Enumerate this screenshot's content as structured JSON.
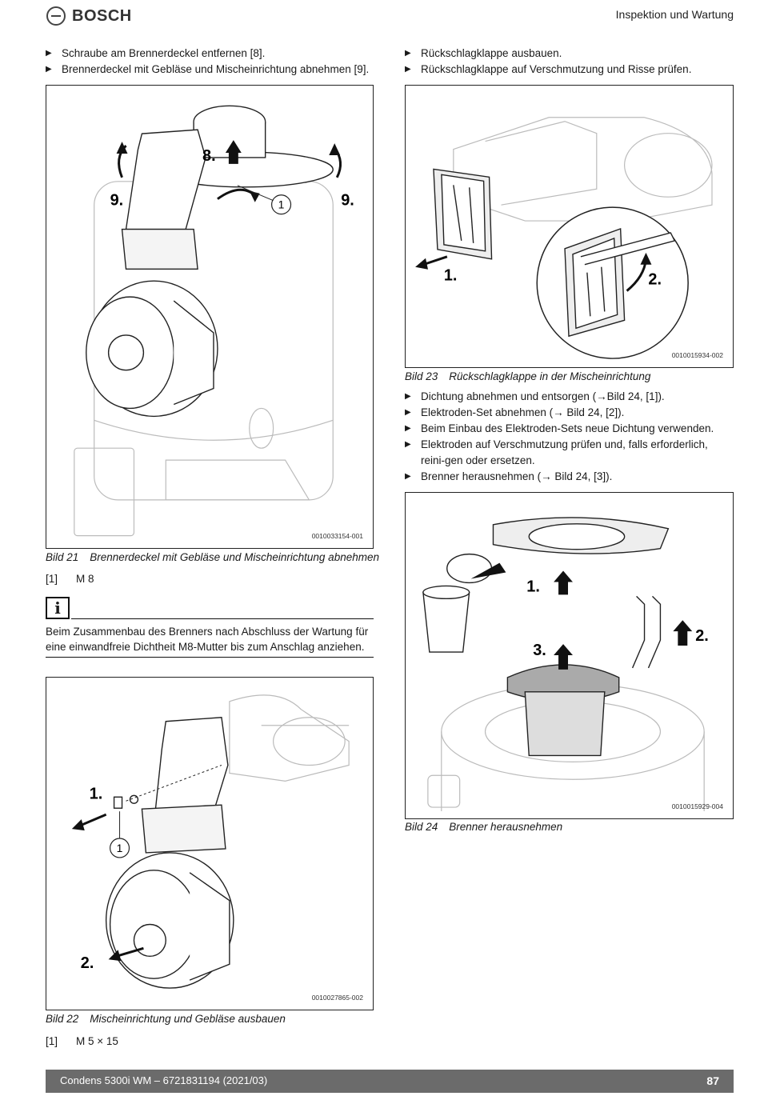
{
  "header": {
    "brand": "BOSCH",
    "section": "Inspektion und Wartung"
  },
  "left_col": {
    "steps_top": [
      "Schraube am Brennerdeckel entfernen [8].",
      "Brennerdeckel mit Gebläse und Mischeinrichtung abnehmen [9]."
    ],
    "fig21": {
      "code": "0010033154-001",
      "callouts": {
        "c8": "8.",
        "c9a": "9.",
        "c9b": "9.",
        "c1": "1"
      },
      "caption_num": "Bild 21",
      "caption_text": "Brennerdeckel mit Gebläse und Mischeinrichtung abnehmen",
      "legend": [
        {
          "key": "[1]",
          "value": "M 8"
        }
      ]
    },
    "info": {
      "icon": "i",
      "text": "Beim Zusammenbau des Brenners nach Abschluss der Wartung für eine einwandfreie Dichtheit M8-Mutter bis zum Anschlag anziehen."
    },
    "fig22": {
      "code": "0010027865-002",
      "callouts": {
        "c1": "1.",
        "c2": "2.",
        "circ1": "1"
      },
      "caption_num": "Bild 22",
      "caption_text": "Mischeinrichtung und Gebläse ausbauen",
      "legend": [
        {
          "key": "[1]",
          "value": "M 5 × 15"
        }
      ]
    }
  },
  "right_col": {
    "steps_top": [
      "Rückschlagklappe ausbauen.",
      "Rückschlagklappe auf Verschmutzung und Risse prüfen."
    ],
    "fig23": {
      "code": "0010015934-002",
      "callouts": {
        "c1": "1.",
        "c2": "2."
      },
      "caption_num": "Bild 23",
      "caption_text": "Rückschlagklappe in der Mischeinrichtung"
    },
    "steps_mid": [
      "Dichtung abnehmen und entsorgen (→Bild 24, [1]).",
      "Elektroden-Set abnehmen (→ Bild 24, [2]).",
      "Beim Einbau des Elektroden-Sets neue Dichtung verwenden.",
      "Elektroden auf Verschmutzung prüfen und, falls erforderlich, reini-gen oder ersetzen.",
      "Brenner herausnehmen (→ Bild 24, [3])."
    ],
    "fig24": {
      "code": "0010015929-004",
      "callouts": {
        "c1": "1.",
        "c2": "2.",
        "c3": "3."
      },
      "caption_num": "Bild 24",
      "caption_text": "Brenner herausnehmen"
    }
  },
  "footer": {
    "doc": "Condens 5300i WM – 6721831194 (2021/03)",
    "page": "87"
  }
}
